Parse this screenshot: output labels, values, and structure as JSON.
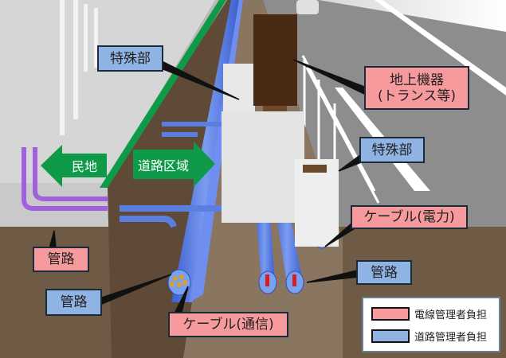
{
  "labels": {
    "special_top": "特殊部",
    "ground_equipment_line1": "地上機器",
    "ground_equipment_line2": "(トランス等)",
    "special_right": "特殊部",
    "private_land": "民地",
    "road_area": "道路区域",
    "cable_power": "ケーブル(電力)",
    "conduit_pink": "管路",
    "conduit_blue_left": "管路",
    "conduit_blue_right": "管路",
    "cable_telecom": "ケーブル(通信)"
  },
  "legend": {
    "items": [
      {
        "label": "電線管理者負担",
        "color": "#f79a9e"
      },
      {
        "label": "道路管理者負担",
        "color": "#8fb3e2"
      }
    ]
  },
  "colors": {
    "pink": "#f79a9e",
    "blue": "#8fb3e2",
    "arrow_green": "#0f9a4a",
    "soil": "#6e5a45",
    "pipe": "#5a7fe0"
  }
}
